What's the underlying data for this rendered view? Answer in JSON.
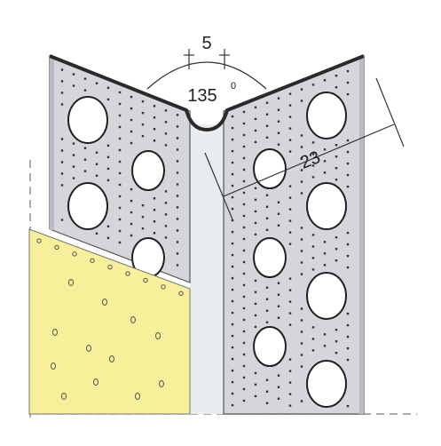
{
  "labels": {
    "nose_width": "5",
    "angle": "135",
    "angle_unit": "0",
    "wing_width": "23"
  },
  "colors": {
    "profile": "#d4d6dc",
    "profile_edge": "#2a2a2a",
    "insulation": "#f7ef9a",
    "wall_gap": "#e9ecef",
    "holes": "#ffffff",
    "dots": "#333333"
  }
}
